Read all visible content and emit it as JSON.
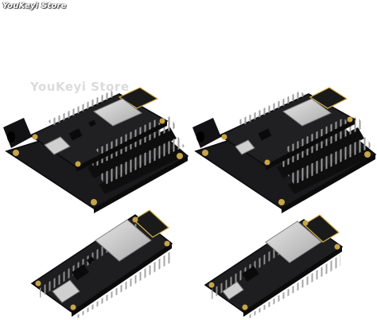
{
  "store_label": "YouKeyi Store",
  "watermark_text": "YouKeyi Store",
  "colors": {
    "pcb": "#1c1c1e",
    "pcb_edge": "#0d0d0f",
    "gold": "#d8b04a",
    "shield": "#c9c9c9",
    "pin": "#8a8a8a",
    "header": "#111111"
  },
  "products": [
    {
      "name": "usb-c-board-with-base"
    },
    {
      "name": "micro-usb-board-with-base"
    },
    {
      "name": "usb-c-board"
    },
    {
      "name": "micro-usb-board"
    }
  ]
}
